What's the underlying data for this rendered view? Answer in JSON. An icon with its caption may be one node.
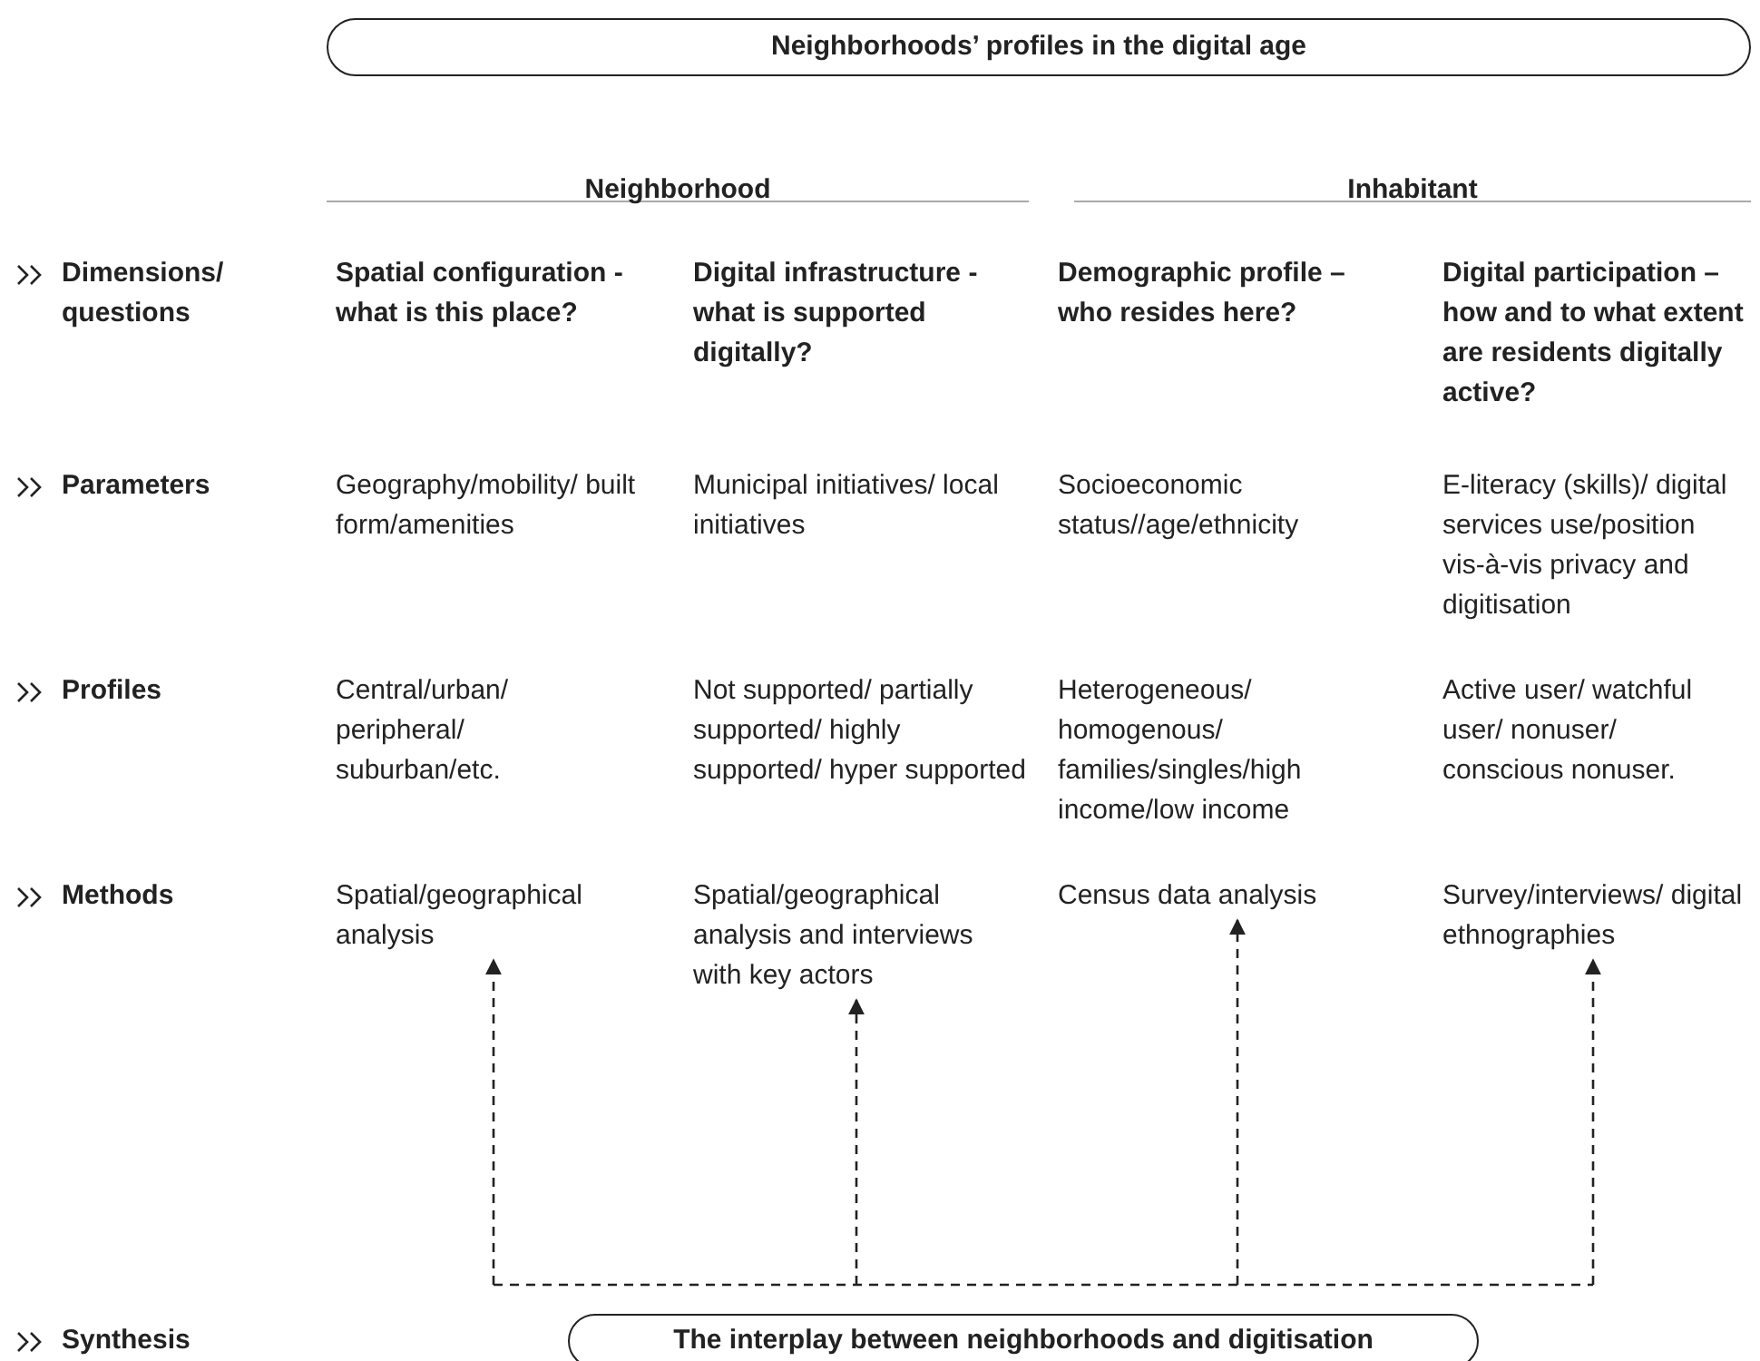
{
  "diagram": {
    "nodes": [
      {
        "text": [
          "Neighborhoods’ profiles in the digital age"
        ]
      },
      {
        "text": [
          "Spatial/geographical analysis"
        ]
      },
      {
        "text": [
          "Spatial/geographical analysis and interviews with key actors"
        ]
      },
      {
        "text": [
          "Census data analysis"
        ]
      },
      {
        "text": [
          "Survey/interviews/ digital ethnographies"
        ]
      },
      {
        "text": [
          "The interplay between neighborhoods and digitisation"
        ]
      }
    ],
    "edges": [
      {
        "from": null,
        "to": 1,
        "arrow": "to",
        "style": "dashed"
      },
      {
        "from": null,
        "to": 2,
        "arrow": "to",
        "style": "dashed"
      },
      {
        "from": null,
        "to": 3,
        "arrow": "to",
        "style": "dashed"
      },
      {
        "from": null,
        "to": 4,
        "arrow": "to",
        "style": "dashed"
      }
    ],
    "labels": [
      "Neighborhood",
      "Inhabitant",
      "Dimensions/ questions",
      "Spatial configuration - what is this place?",
      "Digital infrastructure - what is supported digitally?",
      "Demographic profile – who resides here?",
      "Digital participation –how and to what extent are residents digitally active?",
      "Parameters",
      "Geography/mobility/ built form/amenities",
      "Municipal initiatives/ local initiatives",
      "Socioeconomic status//age/ethnicity",
      "E-literacy (skills)/ digital services use/position vis-à-vis privacy and digitisation",
      "Profiles",
      "Central/urban/ peripheral/ suburban/etc.",
      "Not supported/ partially supported/ highly supported/ hyper supported",
      "Heterogeneous/ homogenous/ families/singles/high income/low income",
      "Active user/ watchful user/ nonuser/ conscious nonuser.",
      "Methods",
      "Synthesis"
    ]
  }
}
